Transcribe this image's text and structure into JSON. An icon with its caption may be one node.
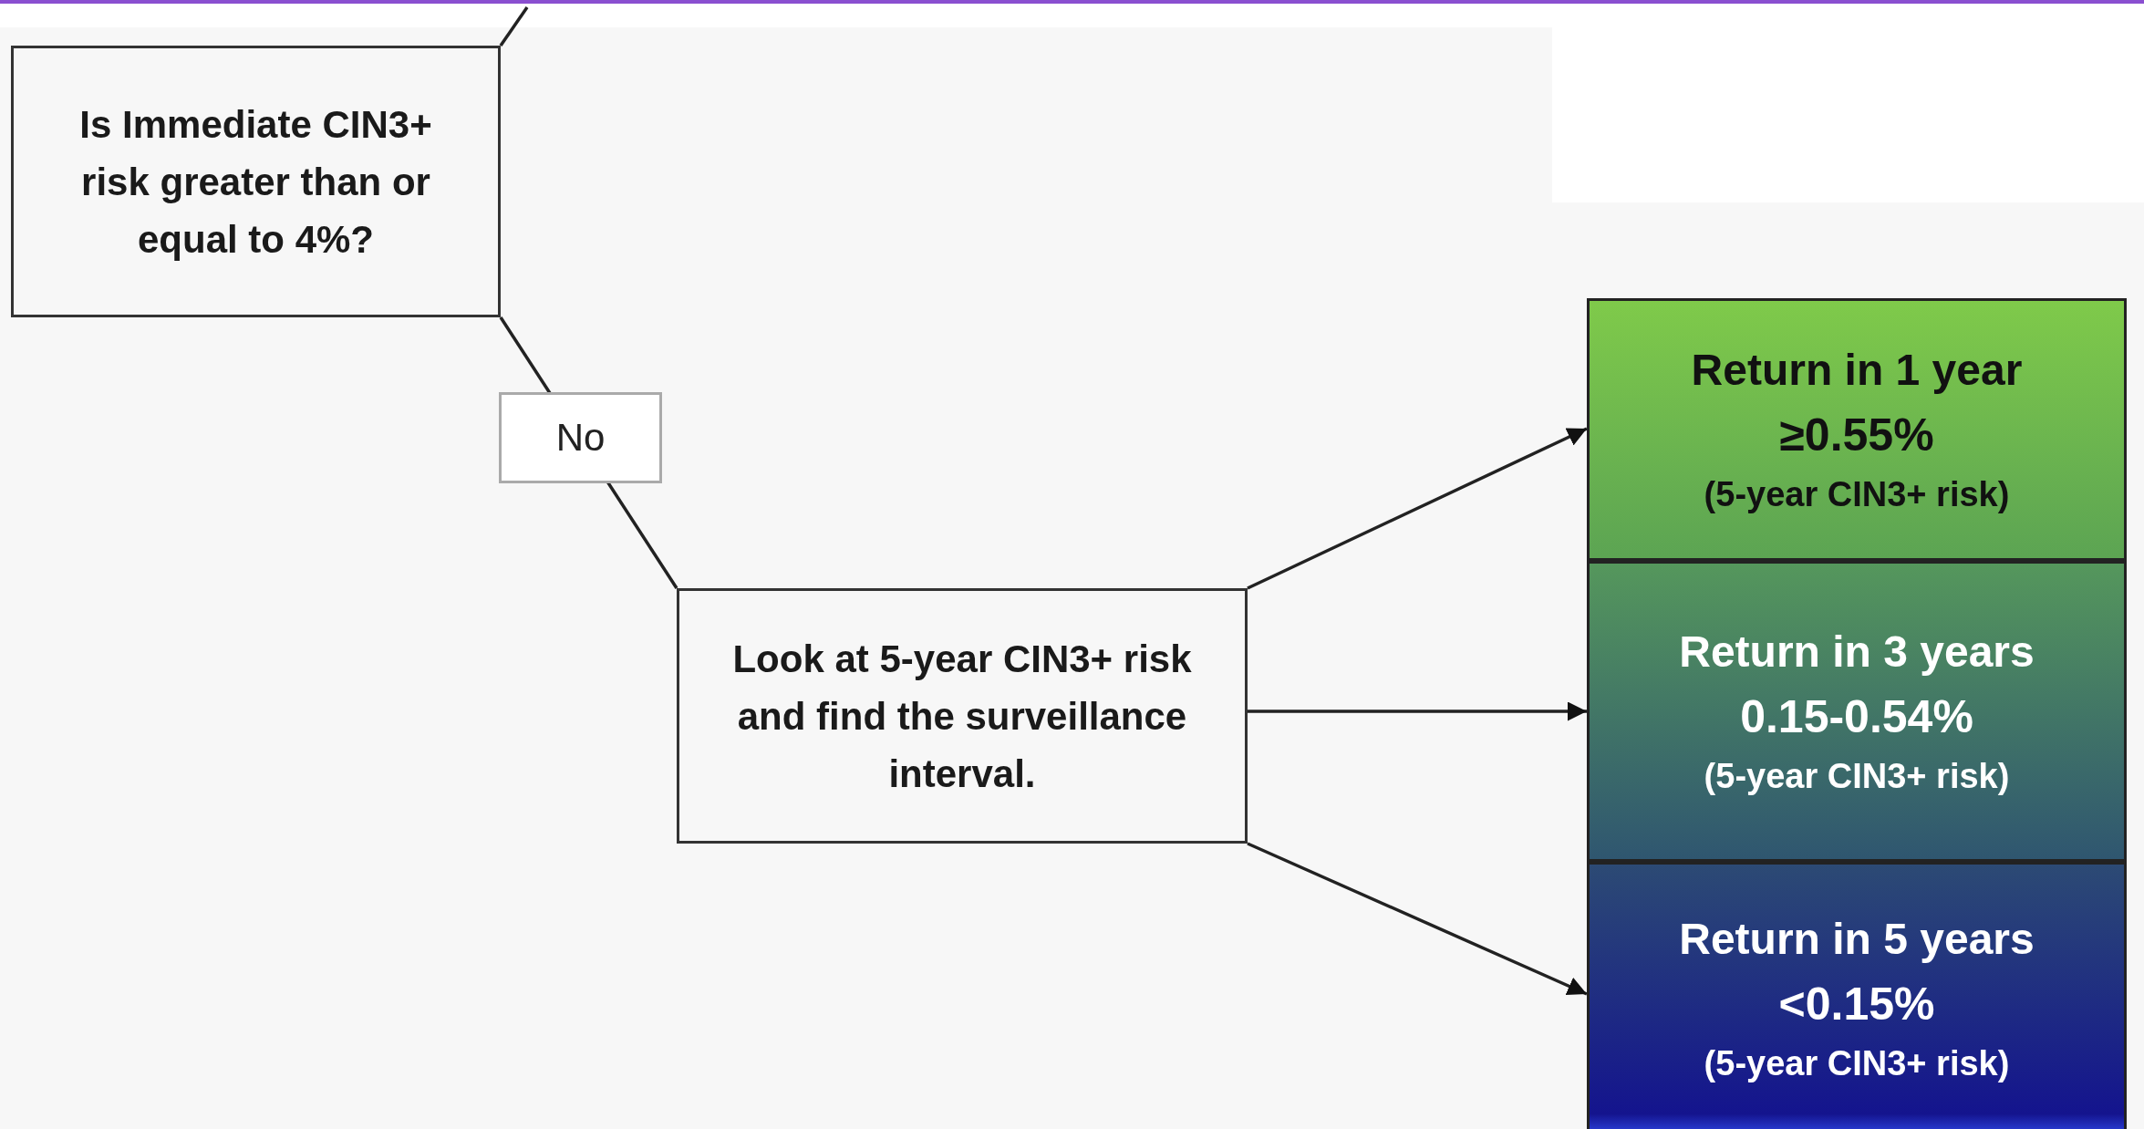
{
  "diagram": {
    "nodes": [
      {
        "text": [
          "Is Immediate CIN3+ risk greater than or equal to 4%?"
        ]
      },
      {
        "text": [
          "Look at 5-year CIN3+ risk and find the surveillance interval."
        ]
      },
      {
        "text": [
          "Return in 1 year",
          "≥0.55%",
          "(5-year CIN3+ risk)"
        ]
      },
      {
        "text": [
          "Return in 3 years",
          "0.15-0.54%",
          "(5-year CIN3+ risk)"
        ]
      },
      {
        "text": [
          "Return in 5 years",
          "<0.15%",
          "(5-year CIN3+ risk)"
        ]
      }
    ],
    "edges": [
      {
        "from": 0,
        "to": null,
        "arrow": "none"
      },
      {
        "from": 0,
        "to": 1,
        "arrow": "none",
        "label": "No"
      },
      {
        "from": 1,
        "to": 2,
        "arrow": "to"
      },
      {
        "from": 1,
        "to": 3,
        "arrow": "to"
      },
      {
        "from": 1,
        "to": 4,
        "arrow": "to"
      }
    ]
  }
}
